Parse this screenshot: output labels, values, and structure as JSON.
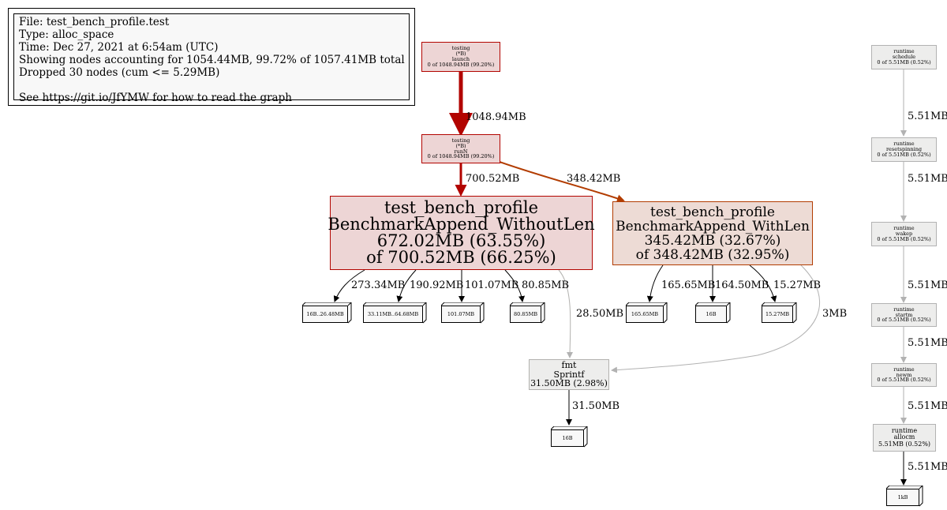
{
  "info": {
    "file": "File: test_bench_profile.test",
    "type": "Type: alloc_space",
    "time": "Time: Dec 27, 2021 at 6:54am (UTC)",
    "showing": "Showing nodes accounting for 1054.44MB, 99.72% of 1057.41MB total",
    "dropped": "Dropped 30 nodes (cum <= 5.29MB)",
    "see": "See https://git.io/JfYMW for how to read the graph"
  },
  "nodes": {
    "launch": {
      "l1": "testing",
      "l2": "(*B)",
      "l3": "launch",
      "l4": "0 of 1048.94MB (99.20%)"
    },
    "runN": {
      "l1": "testing",
      "l2": "(*B)",
      "l3": "runN",
      "l4": "0 of 1048.94MB (99.20%)"
    },
    "without_len": {
      "l1": "test_bench_profile",
      "l2": "BenchmarkAppend_WithoutLen",
      "l3": "672.02MB (63.55%)",
      "l4": "of 700.52MB (66.25%)"
    },
    "with_len": {
      "l1": "test_bench_profile",
      "l2": "BenchmarkAppend_WithLen",
      "l3": "345.42MB (32.67%)",
      "l4": "of 348.42MB (32.95%)"
    },
    "sprintf": {
      "l1": "fmt",
      "l2": "Sprintf",
      "l3": "31.50MB (2.98%)"
    },
    "schedule": {
      "l1": "runtime",
      "l2": "schedule",
      "l3": "0 of 5.51MB (0.52%)"
    },
    "resetspinning": {
      "l1": "runtime",
      "l2": "resetspinning",
      "l3": "0 of 5.51MB (0.52%)"
    },
    "wakep": {
      "l1": "runtime",
      "l2": "wakep",
      "l3": "0 of 5.51MB (0.52%)"
    },
    "startm": {
      "l1": "runtime",
      "l2": "startm",
      "l3": "0 of 5.51MB (0.52%)"
    },
    "newm": {
      "l1": "runtime",
      "l2": "newm",
      "l3": "0 of 5.51MB (0.52%)"
    },
    "allocm": {
      "l1": "runtime",
      "l2": "allocm",
      "l3": "5.51MB (0.52%)"
    }
  },
  "leaves": {
    "wl1": "16B..26.48MB",
    "wl2": "33.11MB..64.68MB",
    "wl3": "101.07MB",
    "wl4": "80.85MB",
    "wi1": "165.65MB",
    "wi2": "16B",
    "wi3": "15.27MB",
    "sp1": "16B",
    "al1": "1kB"
  },
  "edges": {
    "launch_runN": "1048.94MB",
    "runN_without": "700.52MB",
    "runN_with": "348.42MB",
    "without_wl1": "273.34MB",
    "without_wl2": "190.92MB",
    "without_wl3": "101.07MB",
    "without_wl4": "80.85MB",
    "without_sprintf": "28.50MB",
    "with_wi1": "165.65MB",
    "with_wi2": "164.50MB",
    "with_wi3": "15.27MB",
    "with_sprintf": "3MB",
    "sprintf_sp1": "31.50MB",
    "schedule_reset": "5.51MB",
    "reset_wakep": "5.51MB",
    "wakep_startm": "5.51MB",
    "startm_newm": "5.51MB",
    "newm_allocm": "5.51MB",
    "allocm_al1": "5.51MB"
  },
  "colors": {
    "hot": "#b20400",
    "warm": "#b23c00",
    "cool": "#b2b2b2",
    "cool2": "#b2b1ae",
    "cold": "#000000"
  }
}
